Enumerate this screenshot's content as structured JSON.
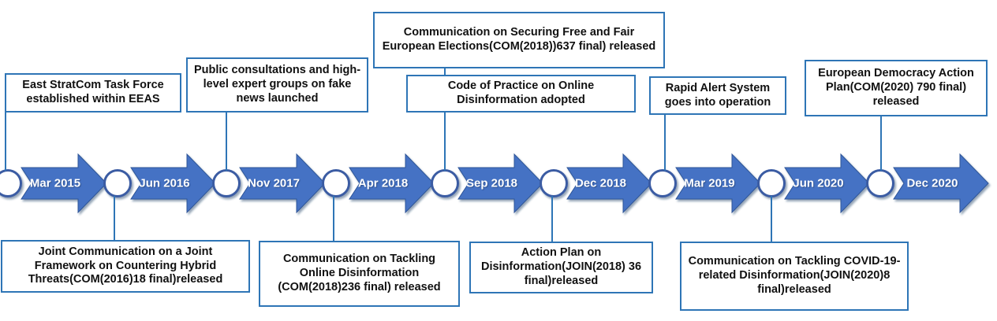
{
  "diagram": {
    "type": "timeline",
    "dates": [
      "Mar 2015",
      "Jun 2016",
      "Nov 2017",
      "Apr 2018",
      "Sep 2018",
      "Dec 2018",
      "Mar 2019",
      "Jun 2020",
      "Dec 2020"
    ]
  },
  "annotations": {
    "top": [
      {
        "id": "east-stratcom",
        "text": "East StratCom Task Force established within EEAS",
        "connects_to": "Mar 2015"
      },
      {
        "id": "public-consultations",
        "text": "Public consultations and high-level expert groups on fake news launched",
        "connects_to": "Nov 2017"
      },
      {
        "id": "securing-elections",
        "text": "Communication on Securing Free and Fair European Elections(COM(2018))637 final) released",
        "connects_to": "Sep 2018"
      },
      {
        "id": "code-of-practice",
        "text": "Code of Practice on Online Disinformation adopted",
        "connects_to": "Sep 2018"
      },
      {
        "id": "rapid-alert-system",
        "text": "Rapid Alert System goes into operation",
        "connects_to": "Mar 2019"
      },
      {
        "id": "democracy-action-plan",
        "text": "European Democracy Action Plan(COM(2020) 790 final) released",
        "connects_to": "Dec 2020"
      }
    ],
    "bottom": [
      {
        "id": "joint-communication-hybrid",
        "text": "Joint Communication on a Joint Framework on Countering Hybrid Threats(COM(2016)18 final)released",
        "connects_to": "Jun 2016"
      },
      {
        "id": "tackling-online-disinformation",
        "text": "Communication on Tackling Online Disinformation (COM(2018)236 final) released",
        "connects_to": "Apr 2018"
      },
      {
        "id": "action-plan-disinformation",
        "text": "Action Plan on Disinformation(JOIN(2018) 36 final)released",
        "connects_to": "Dec 2018"
      },
      {
        "id": "tackling-covid-disinformation",
        "text": "Communication on Tackling COVID-19-related Disinformation(JOIN(2020)8 final)released",
        "connects_to": "Jun 2020"
      }
    ]
  },
  "colors": {
    "arrow_fill": "#4472C4",
    "arrow_stroke": "#2F5597",
    "node_fill": "#FFFFFF",
    "node_stroke": "#3B5BA3",
    "box_border": "#2E75B6",
    "date_text": "#FFFFFF",
    "box_text": "#111111",
    "shadow": "#1F3864"
  }
}
